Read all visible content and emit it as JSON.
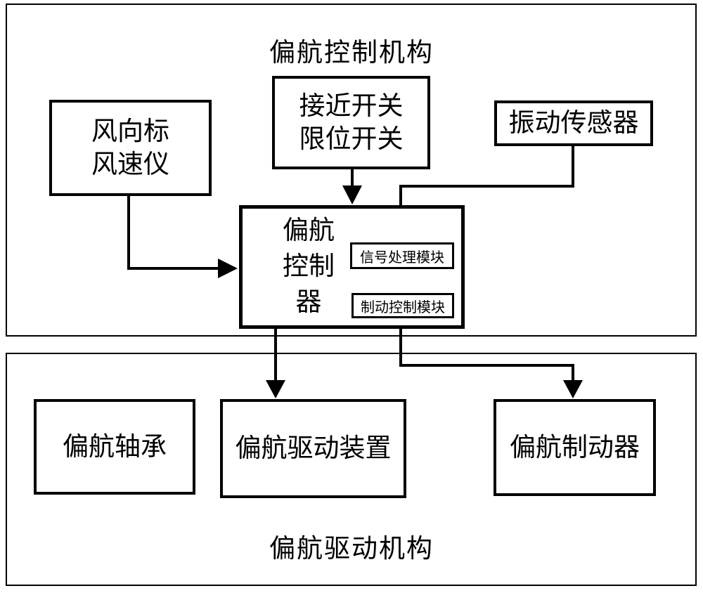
{
  "diagram": {
    "colors": {
      "line": "#000000",
      "background": "#ffffff",
      "text": "#000000"
    },
    "top_section": {
      "title": "偏航控制机构",
      "wind_sensor_box": {
        "line1": "风向标",
        "line2": "风速仪"
      },
      "switches_box": {
        "line1": "接近开关",
        "line2": "限位开关"
      },
      "vibration_sensor_box": {
        "label": "振动传感器"
      },
      "yaw_controller_box": {
        "label_lines": [
          "偏航",
          "控制",
          "器"
        ],
        "signal_processing_module": {
          "label": "信号处理模块"
        },
        "brake_control_module": {
          "label": "制动控制模块"
        }
      }
    },
    "bottom_section": {
      "title": "偏航驱动机构",
      "yaw_bearing_box": {
        "label": "偏航轴承"
      },
      "yaw_drive_box": {
        "label": "偏航驱动装置"
      },
      "yaw_brake_box": {
        "label": "偏航制动器"
      }
    }
  }
}
